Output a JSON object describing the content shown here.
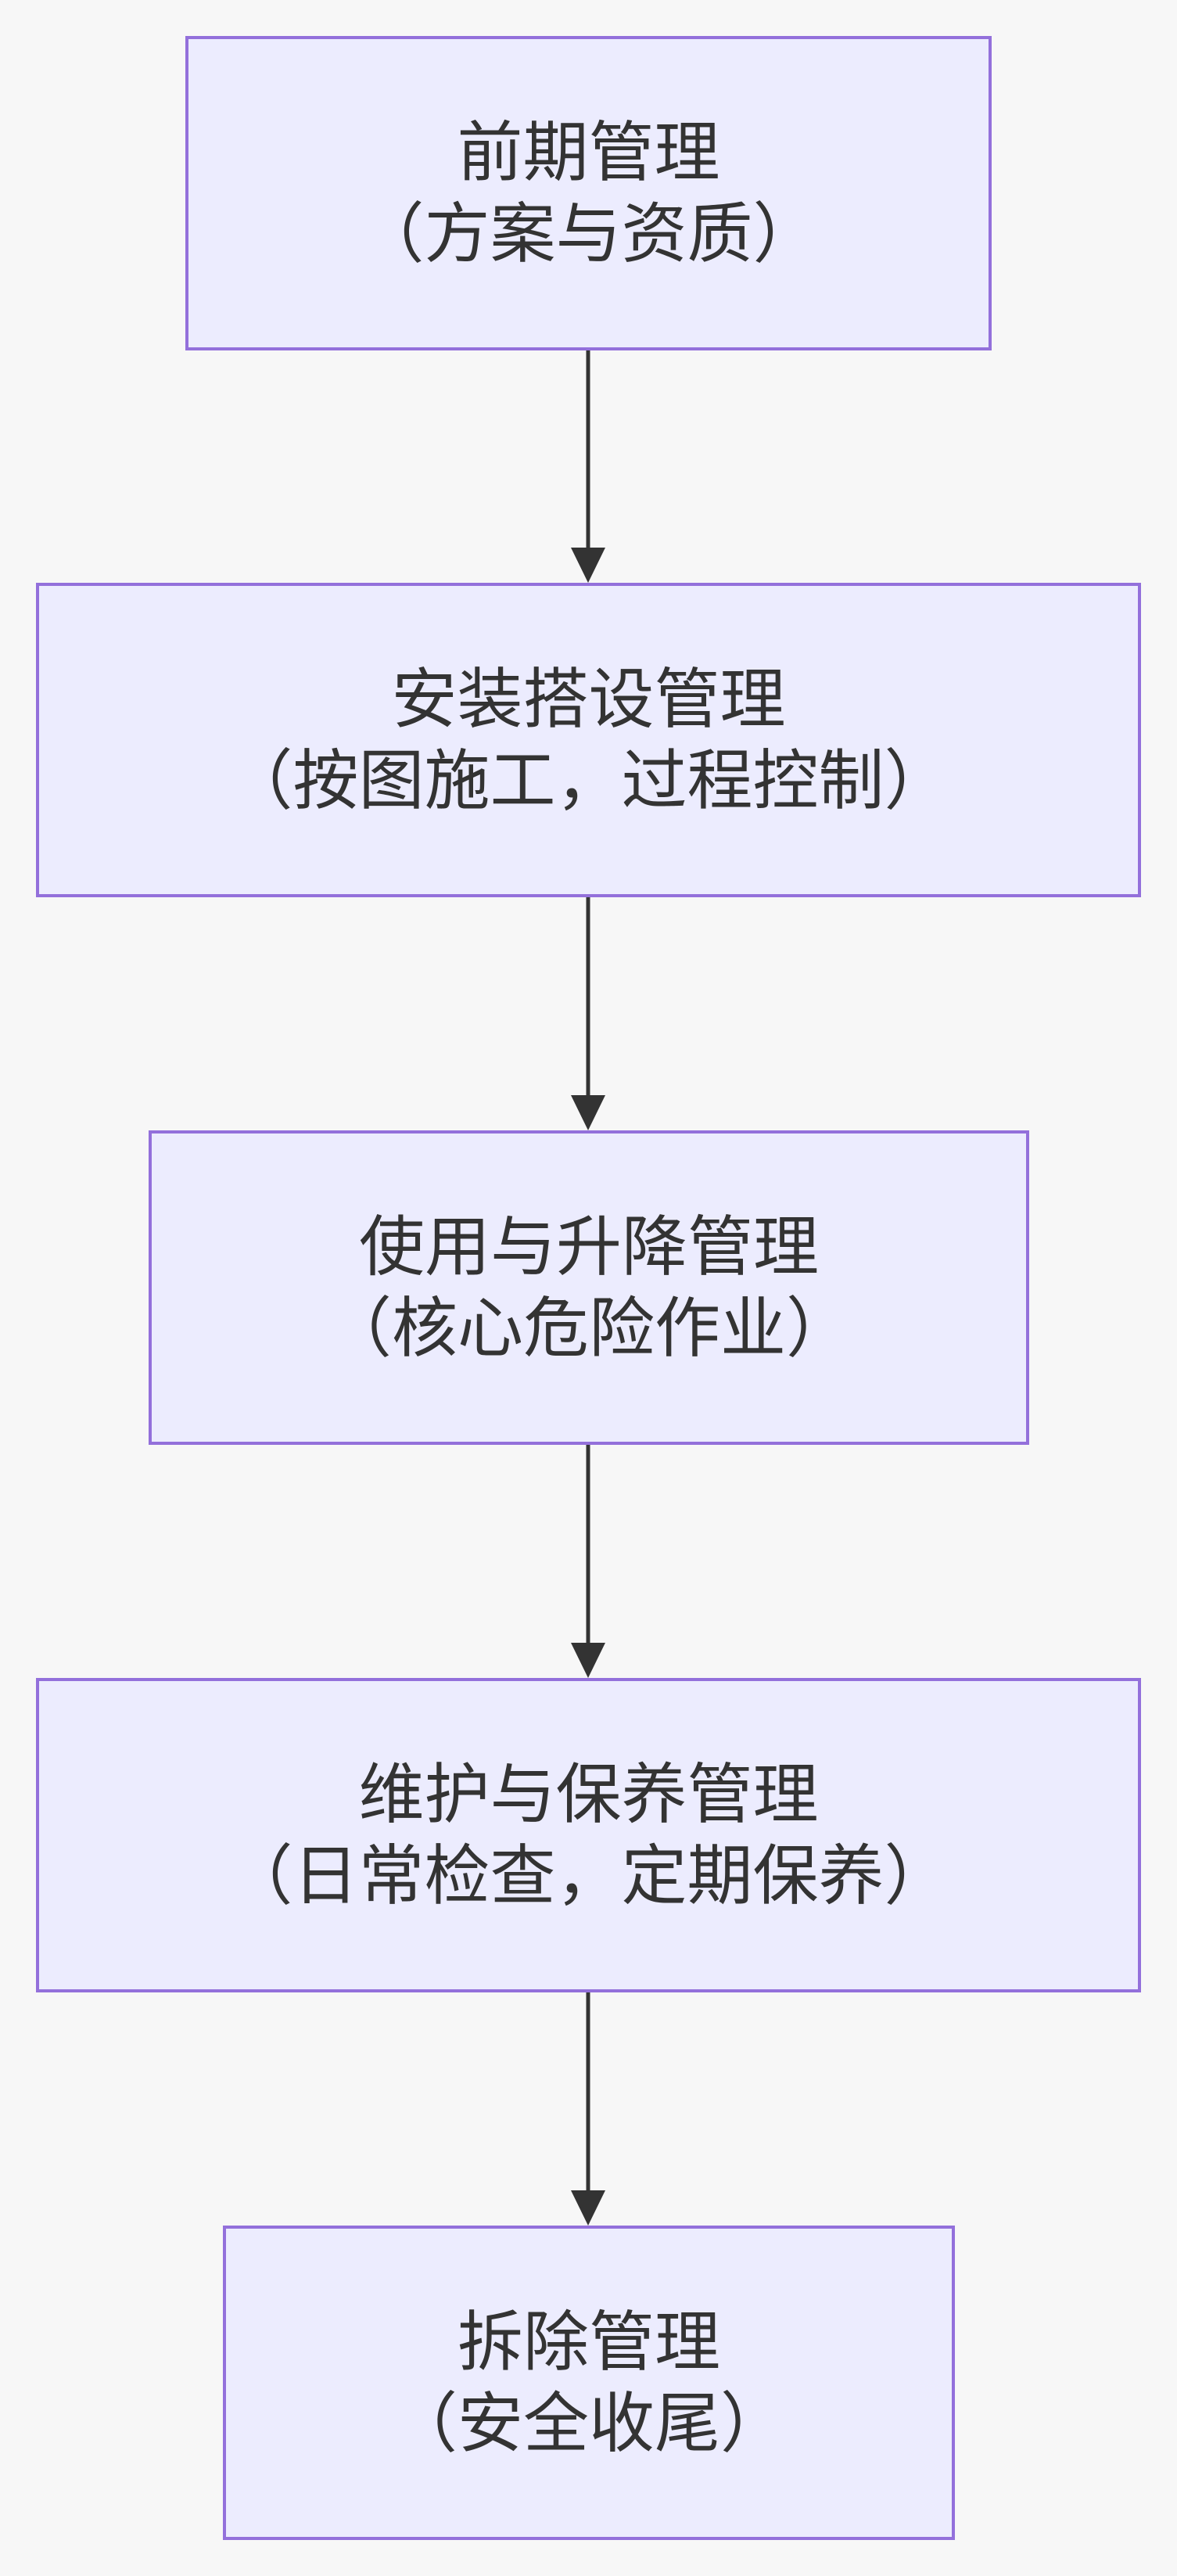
{
  "flowchart": {
    "nodes": [
      {
        "id": "n1",
        "line1": "前期管理",
        "line2": "（方案与资质）"
      },
      {
        "id": "n2",
        "line1": "安装搭设管理",
        "line2": "（按图施工，过程控制）"
      },
      {
        "id": "n3",
        "line1": "使用与升降管理",
        "line2": "（核心危险作业）"
      },
      {
        "id": "n4",
        "line1": "维护与保养管理",
        "line2": "（日常检查，定期保养）"
      },
      {
        "id": "n5",
        "line1": "拆除管理",
        "line2": "（安全收尾）"
      }
    ],
    "edges": [
      {
        "from": "n1",
        "to": "n2"
      },
      {
        "from": "n2",
        "to": "n3"
      },
      {
        "from": "n3",
        "to": "n4"
      },
      {
        "from": "n4",
        "to": "n5"
      }
    ],
    "colors": {
      "background": "#f7f7f7",
      "node_fill": "#ececfe",
      "node_border": "#9370db",
      "text": "#333333",
      "edge": "#333333"
    }
  }
}
